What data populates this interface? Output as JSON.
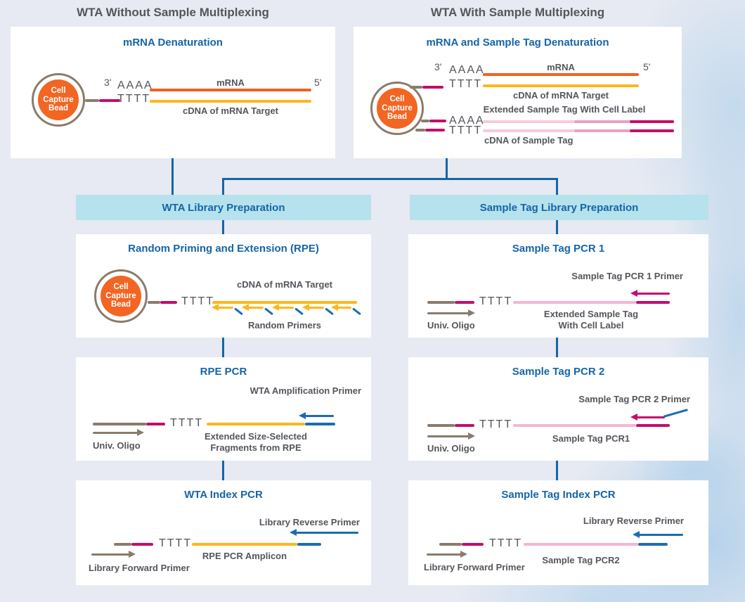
{
  "palette": {
    "background": "#E7EAF2",
    "box_bg": "#FFFFFF",
    "banner_bg": "#B5E2EC",
    "heading_blue": "#1565A8",
    "text_gray": "#54565B",
    "connector_blue": "#1565A8",
    "mrna_orange": "#F2601F",
    "cdna_yellow": "#FDB71C",
    "cell_label_magenta": "#C30D6D",
    "sample_tag_pink_light": "#F7C9DD",
    "sample_tag_pink_mid": "#EC9EC5",
    "sample_tag_pink": "#F4B6D2",
    "oligo_taupe": "#8B7B6C",
    "primer_blue": "#1D6CB1",
    "bead_orange": "#F26522"
  },
  "headers": {
    "left": "WTA Without Sample Multiplexing",
    "right": "WTA With Sample Multiplexing"
  },
  "banners": {
    "left": "WTA Library Preparation",
    "right": "Sample Tag Library Preparation"
  },
  "bead": {
    "lines": [
      "Cell",
      "Capture",
      "Bead"
    ]
  },
  "left": {
    "denaturation": {
      "title": "mRNA Denaturation",
      "three_prime": "3'",
      "aaaa": "AAAA",
      "tttt": "TTTT",
      "mrna": "mRNA",
      "five_prime": "5'",
      "cdna": "cDNA of mRNA Target"
    },
    "rpe": {
      "title": "Random Priming and Extension (RPE)",
      "tttt": "TTTT",
      "cdna": "cDNA of mRNA Target",
      "random_primers": "Random Primers"
    },
    "rpe_pcr": {
      "title": "RPE PCR",
      "primer": "WTA Amplification Primer",
      "tttt": "TTTT",
      "univ_oligo": "Univ. Oligo",
      "frag1": "Extended Size-Selected",
      "frag2": "Fragments from RPE"
    },
    "index_pcr": {
      "title": "WTA Index PCR",
      "reverse": "Library Reverse Primer",
      "forward": "Library Forward Primer",
      "tttt": "TTTT",
      "amplicon": "RPE PCR Amplicon"
    }
  },
  "right": {
    "denaturation": {
      "title": "mRNA and Sample Tag Denaturation",
      "three_prime": "3'",
      "aaaa": "AAAA",
      "tttt": "TTTT",
      "mrna": "mRNA",
      "five_prime": "5'",
      "cdna": "cDNA of mRNA Target",
      "ext_tag": "Extended Sample Tag With Cell Label",
      "aaaa2": "AAAA",
      "tttt2": "TTTT",
      "cdna_tag": "cDNA of Sample Tag"
    },
    "pcr1": {
      "title": "Sample Tag PCR 1",
      "primer": "Sample Tag PCR 1 Primer",
      "tttt": "TTTT",
      "univ_oligo": "Univ. Oligo",
      "tag1": "Extended Sample Tag",
      "tag2": "With Cell Label"
    },
    "pcr2": {
      "title": "Sample Tag PCR 2",
      "primer": "Sample Tag PCR 2 Primer",
      "tttt": "TTTT",
      "univ_oligo": "Univ. Oligo",
      "tag": "Sample Tag PCR1"
    },
    "index_pcr": {
      "title": "Sample Tag Index PCR",
      "reverse": "Library Reverse Primer",
      "forward": "Library Forward Primer",
      "tttt": "TTTT",
      "tag": "Sample Tag PCR2"
    }
  }
}
